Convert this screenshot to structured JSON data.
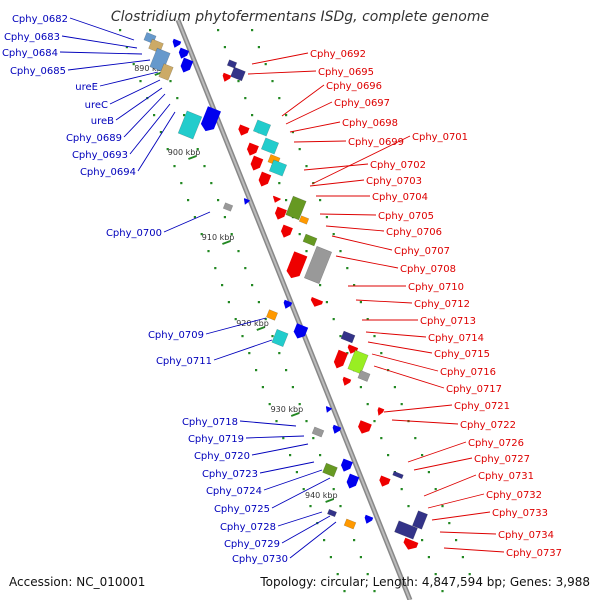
{
  "title": "Clostridium phytofermentans ISDg, complete genome",
  "footer": {
    "accession": "Accession: NC_010001",
    "summary": "Topology: circular; Length: 4,847,594 bp; Genes: 3,988"
  },
  "colors": {
    "forward_label": "#dd0000",
    "reverse_label": "#0000bb",
    "backbone": "#999999",
    "tick_dot": "#228822"
  },
  "kbp_ticks": [
    "890 kbp",
    "900 kbp",
    "910 kbp",
    "920 kbp",
    "930 kbp",
    "940 kbp"
  ],
  "left_labels": [
    "Cphy_0682",
    "Cphy_0683",
    "Cphy_0684",
    "Cphy_0685",
    "ureE",
    "ureC",
    "ureB",
    "Cphy_0689",
    "Cphy_0693",
    "Cphy_0694",
    "Cphy_0700",
    "Cphy_0709",
    "Cphy_0711",
    "Cphy_0718",
    "Cphy_0719",
    "Cphy_0720",
    "Cphy_0723",
    "Cphy_0724",
    "Cphy_0725",
    "Cphy_0728",
    "Cphy_0729",
    "Cphy_0730"
  ],
  "right_labels": [
    "Cphy_0692",
    "Cphy_0695",
    "Cphy_0696",
    "Cphy_0697",
    "Cphy_0698",
    "Cphy_0699",
    "Cphy_0701",
    "Cphy_0702",
    "Cphy_0703",
    "Cphy_0704",
    "Cphy_0705",
    "Cphy_0706",
    "Cphy_0707",
    "Cphy_0708",
    "Cphy_0710",
    "Cphy_0712",
    "Cphy_0713",
    "Cphy_0714",
    "Cphy_0715",
    "Cphy_0716",
    "Cphy_0717",
    "Cphy_0721",
    "Cphy_0722",
    "Cphy_0726",
    "Cphy_0727",
    "Cphy_0731",
    "Cphy_0732",
    "Cphy_0733",
    "Cphy_0734",
    "Cphy_0737"
  ]
}
